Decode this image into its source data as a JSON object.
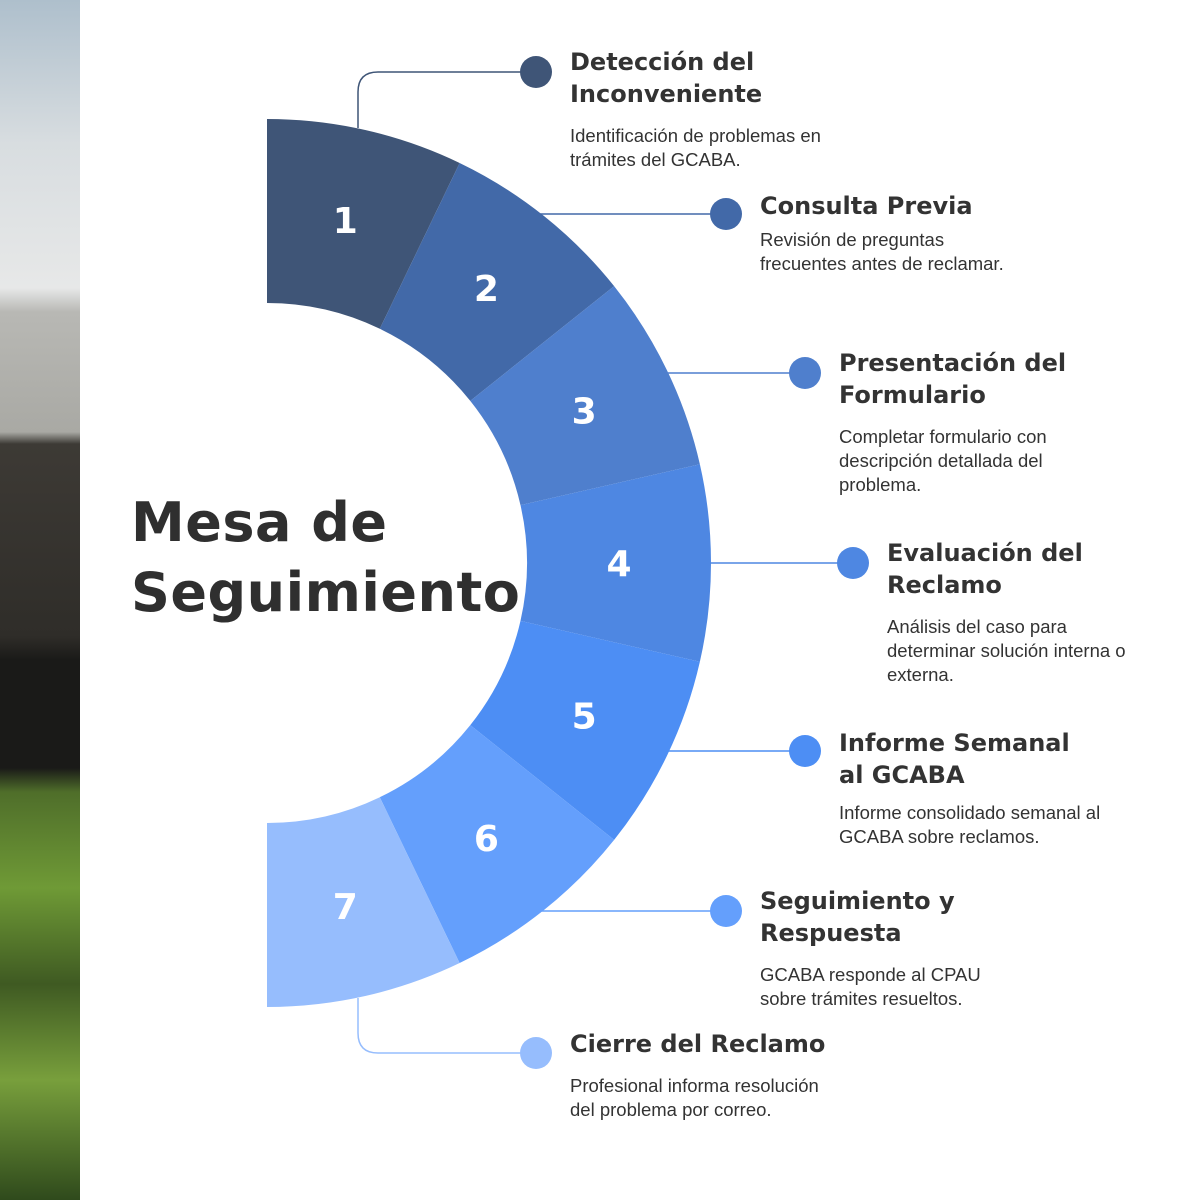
{
  "title": "Mesa de Seguimiento",
  "title_lines": [
    "Mesa de",
    "Seguimiento"
  ],
  "steps": [
    {
      "number": "1",
      "heading": "Detección del Inconveniente",
      "description": "Identificación de problemas en trámites del GCABA.",
      "color": "#3f5577"
    },
    {
      "number": "2",
      "heading": "Consulta Previa",
      "description": "Revisión de preguntas frecuentes antes de reclamar.",
      "color": "#4269a8"
    },
    {
      "number": "3",
      "heading": "Presentación del Formulario",
      "description": "Completar formulario con descripción detallada del problema.",
      "color": "#4f7fcd"
    },
    {
      "number": "4",
      "heading": "Evaluación del Reclamo",
      "description": "Análisis del caso para determinar solución interna o externa.",
      "color": "#4e87e2"
    },
    {
      "number": "5",
      "heading": "Informe Semanal al GCABA",
      "description": "Informe consolidado semanal al GCABA sobre reclamos.",
      "color": "#4d8ef4"
    },
    {
      "number": "6",
      "heading": "Seguimiento y Respuesta",
      "description": "GCABA responde al CPAU sobre trámites resueltos.",
      "color": "#649ffc"
    },
    {
      "number": "7",
      "heading": "Cierre del Reclamo",
      "description": "Profesional informa resolución del problema por correo.",
      "color": "#96bdfd"
    }
  ]
}
